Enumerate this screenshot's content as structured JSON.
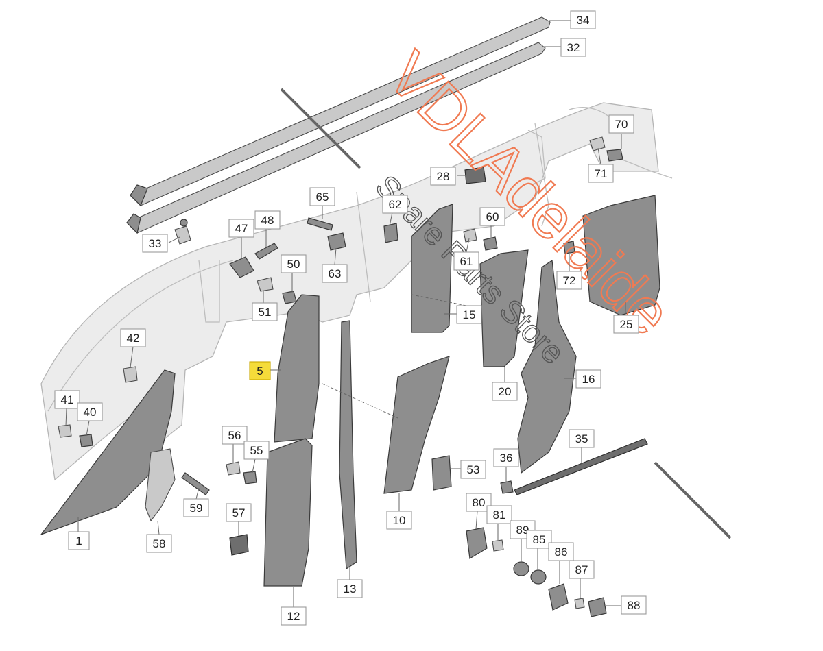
{
  "watermark": {
    "main": "VDLAdelaide",
    "sub": "Spare Parts Store"
  },
  "highlight_color": "#f5dc3a",
  "watermark_color": "#f07a52",
  "callouts": [
    {
      "id": "34",
      "label": "34"
    },
    {
      "id": "32",
      "label": "32"
    },
    {
      "id": "70",
      "label": "70"
    },
    {
      "id": "71",
      "label": "71"
    },
    {
      "id": "28",
      "label": "28"
    },
    {
      "id": "65",
      "label": "65"
    },
    {
      "id": "62",
      "label": "62"
    },
    {
      "id": "60",
      "label": "60"
    },
    {
      "id": "47",
      "label": "47"
    },
    {
      "id": "48",
      "label": "48"
    },
    {
      "id": "33",
      "label": "33"
    },
    {
      "id": "61",
      "label": "61"
    },
    {
      "id": "50",
      "label": "50"
    },
    {
      "id": "63",
      "label": "63"
    },
    {
      "id": "72",
      "label": "72"
    },
    {
      "id": "51",
      "label": "51"
    },
    {
      "id": "15",
      "label": "15"
    },
    {
      "id": "25",
      "label": "25"
    },
    {
      "id": "42",
      "label": "42"
    },
    {
      "id": "5",
      "label": "5",
      "highlighted": true
    },
    {
      "id": "16",
      "label": "16"
    },
    {
      "id": "20",
      "label": "20"
    },
    {
      "id": "41",
      "label": "41"
    },
    {
      "id": "40",
      "label": "40"
    },
    {
      "id": "35",
      "label": "35"
    },
    {
      "id": "56",
      "label": "56"
    },
    {
      "id": "55",
      "label": "55"
    },
    {
      "id": "36",
      "label": "36"
    },
    {
      "id": "53",
      "label": "53"
    },
    {
      "id": "59",
      "label": "59"
    },
    {
      "id": "57",
      "label": "57"
    },
    {
      "id": "80",
      "label": "80"
    },
    {
      "id": "81",
      "label": "81"
    },
    {
      "id": "10",
      "label": "10"
    },
    {
      "id": "89",
      "label": "89"
    },
    {
      "id": "85",
      "label": "85"
    },
    {
      "id": "86",
      "label": "86"
    },
    {
      "id": "1",
      "label": "1"
    },
    {
      "id": "58",
      "label": "58"
    },
    {
      "id": "87",
      "label": "87"
    },
    {
      "id": "13",
      "label": "13"
    },
    {
      "id": "88",
      "label": "88"
    },
    {
      "id": "12",
      "label": "12"
    }
  ]
}
